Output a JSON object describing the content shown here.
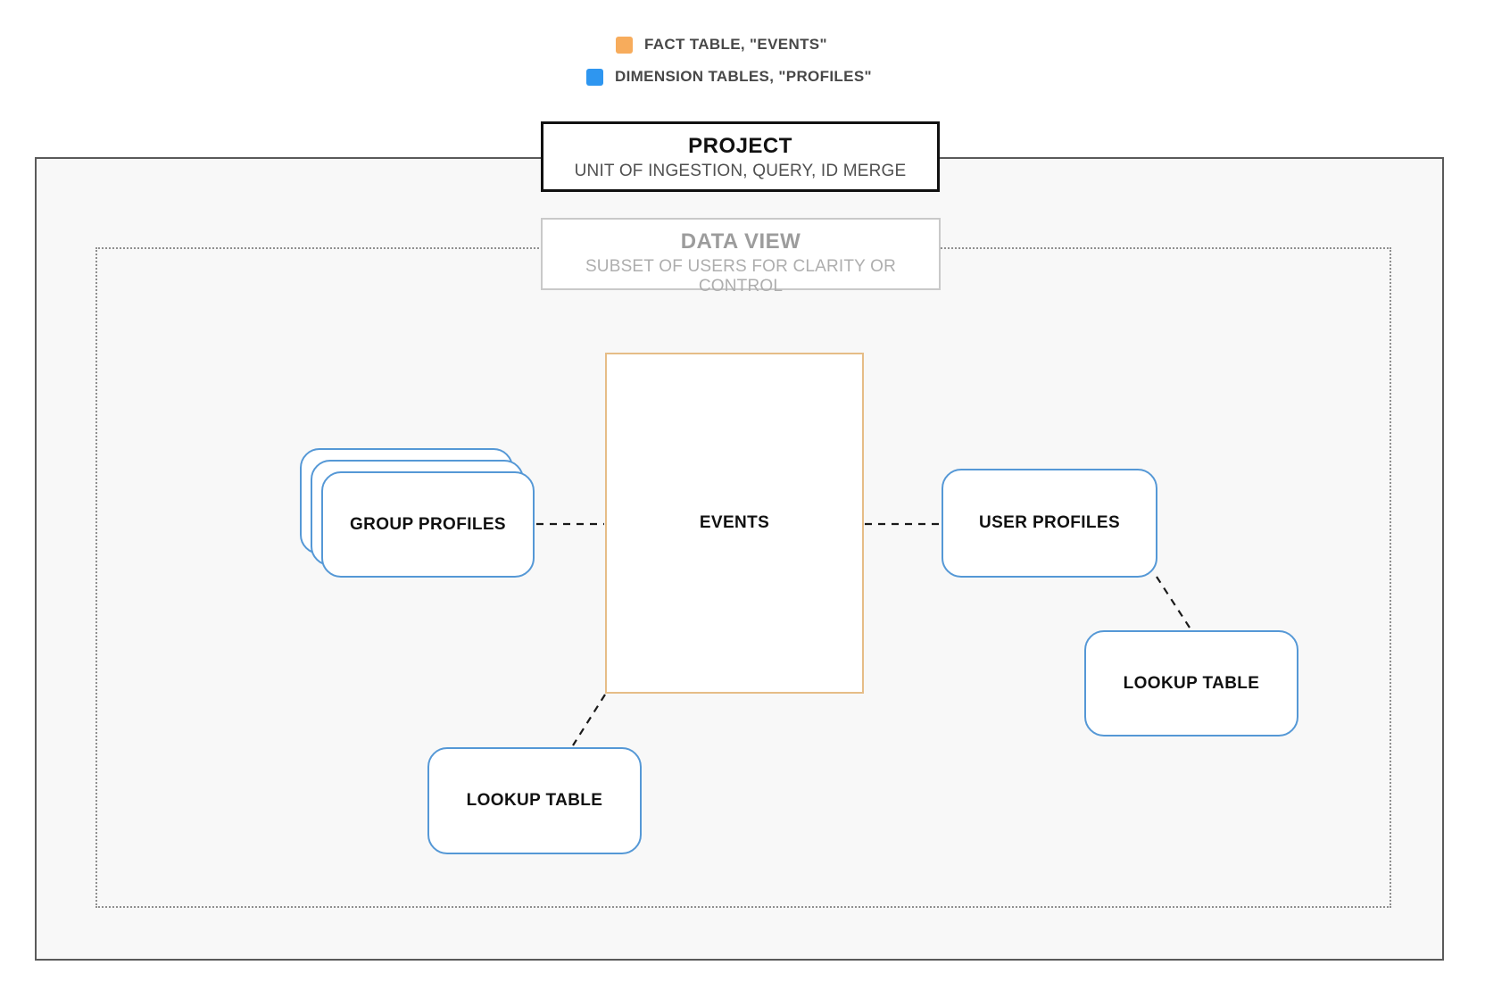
{
  "legend": {
    "items": [
      {
        "name": "fact-table",
        "label": "FACT TABLE, \"EVENTS\"",
        "swatch_color": "#F7AC5C"
      },
      {
        "name": "dimension-tables",
        "label": "DIMENSION TABLES, \"PROFILES\"",
        "swatch_color": "#2E96F0"
      }
    ]
  },
  "project_box": {
    "title": "PROJECT",
    "subtitle": "UNIT OF INGESTION, QUERY, ID MERGE"
  },
  "data_view_box": {
    "title": "DATA VIEW",
    "subtitle": "SUBSET OF USERS FOR CLARITY OR CONTROL"
  },
  "nodes": {
    "events": {
      "label": "EVENTS"
    },
    "group_profiles": {
      "label": "GROUP PROFILES"
    },
    "user_profiles": {
      "label": "USER PROFILES"
    },
    "lookup_table_bottom": {
      "label": "LOOKUP TABLE"
    },
    "lookup_table_right": {
      "label": "LOOKUP TABLE"
    }
  },
  "colors": {
    "fact-swatch": "#F7AC5C",
    "dimension-swatch": "#2E96F0",
    "fact-border": "#E6BD87",
    "dimension-border": "#5598D6",
    "container-border": "#5A5A5A",
    "container-bg": "#F8F8F8",
    "dotted-border": "#8F8F8F",
    "connector": "#1A1A1A"
  }
}
